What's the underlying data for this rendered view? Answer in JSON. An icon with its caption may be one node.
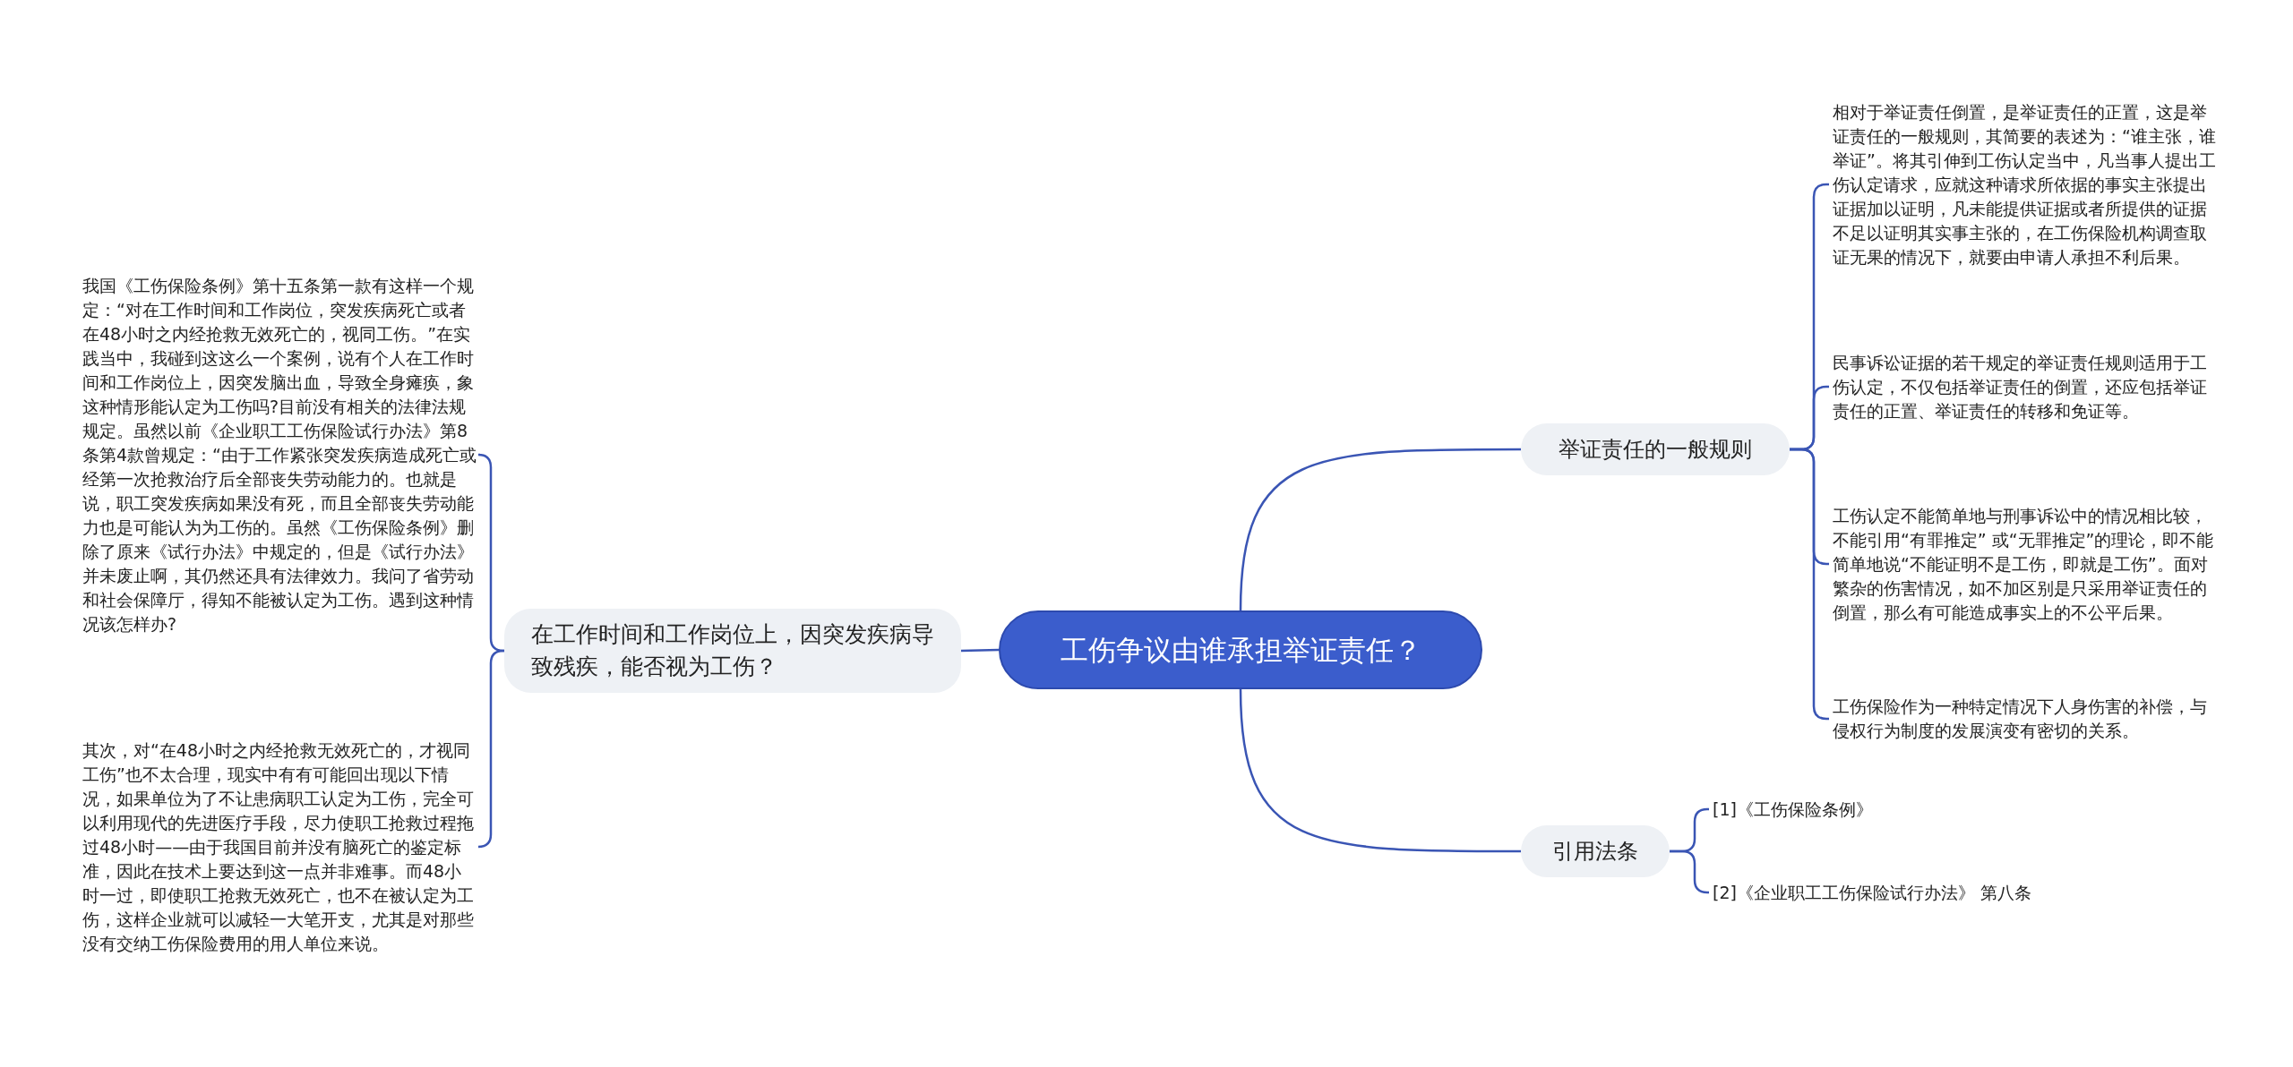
{
  "diagram": {
    "nodes": [
      {
        "text": [
          "工伤争议由谁承担举证责任？"
        ]
      },
      {
        "text": [
          "在工作时间和工作岗位上，因突发疾病导致残疾，能否视为工伤？"
        ]
      },
      {
        "text": [
          "我国《工伤保险条例》第十五条第一款有这样一个规定：“对在工作时间和工作岗位，突发疾病死亡或者在48小时之内经抢救无效死亡的，视同工伤。”在实践当中，我碰到这这么一个案例，说有个人在工作时间和工作岗位上，因突发脑出血，导致全身瘫痪，象这种情形能认定为工伤吗?目前没有相关的法律法规规定。虽然以前《企业职工工伤保险试行办法》第8条第4款曾规定：“由于工作紧张突发疾病造成死亡或经第一次抢救治疗后全部丧失劳动能力的。也就是说，职工突发疾病如果没有死，而且全部丧失劳动能力也是可能认为为工伤的。虽然《工伤保险条例》删除了原来《试行办法》中规定的，但是《试行办法》并未废止啊，其仍然还具有法律效力。我问了省劳动和社会保障厅，得知不能被认定为工伤。遇到这种情况该怎样办?"
        ]
      },
      {
        "text": [
          "其次，对“在48小时之内经抢救无效死亡的，才视同工伤”也不太合理，现实中有有可能回出现以下情况，如果单位为了不让患病职工认定为工伤，完全可以利用现代的先进医疗手段，尽力使职工抢救过程拖过48小时——由于我国目前并没有脑死亡的鉴定标准，因此在技术上要达到这一点并非难事。而48小时一过，即使职工抢救无效死亡，也不在被认定为工伤，这样企业就可以减轻一大笔开支，尤其是对那些没有交纳工伤保险费用的用人单位来说。"
        ]
      },
      {
        "text": [
          "举证责任的一般规则"
        ]
      },
      {
        "text": [
          "相对于举证责任倒置，是举证责任的正置，这是举证责任的一般规则，其简要的表述为：“谁主张，谁举证”。将其引伸到工伤认定当中，凡当事人提出工伤认定请求，应就这种请求所依据的事实主张提出证据加以证明，凡未能提供证据或者所提供的证据不足以证明其实事主张的，在工伤保险机构调查取证无果的情况下，就要由申请人承担不利后果。"
        ]
      },
      {
        "text": [
          "民事诉讼证据的若干规定的举证责任规则适用于工伤认定，不仅包括举证责任的倒置，还应包括举证责任的正置、举证责任的转移和免证等。"
        ]
      },
      {
        "text": [
          "工伤认定不能简单地与刑事诉讼中的情况相比较，不能引用“有罪推定” 或“无罪推定”的理论，即不能简单地说“不能证明不是工伤，即就是工伤”。面对繁杂的伤害情况，如不加区别是只采用举证责任的倒置，那么有可能造成事实上的不公平后果。"
        ]
      },
      {
        "text": [
          "工伤保险作为一种特定情况下人身伤害的补偿，与侵权行为制度的发展演变有密切的关系。"
        ]
      },
      {
        "text": [
          "引用法条"
        ]
      },
      {
        "text": [
          "[1]《工伤保险条例》"
        ]
      },
      {
        "text": [
          "[2]《企业职工工伤保险试行办法》 第八条"
        ]
      }
    ],
    "edges": [
      {
        "from": 0,
        "to": 1,
        "arrow": "none"
      },
      {
        "from": 1,
        "to": 2,
        "arrow": "none"
      },
      {
        "from": 1,
        "to": 3,
        "arrow": "none"
      },
      {
        "from": 0,
        "to": 4,
        "arrow": "none"
      },
      {
        "from": 4,
        "to": 5,
        "arrow": "none"
      },
      {
        "from": 4,
        "to": 6,
        "arrow": "none"
      },
      {
        "from": 4,
        "to": 7,
        "arrow": "none"
      },
      {
        "from": 4,
        "to": 8,
        "arrow": "none"
      },
      {
        "from": 0,
        "to": 9,
        "arrow": "none"
      },
      {
        "from": 9,
        "to": 10,
        "arrow": "none"
      },
      {
        "from": 9,
        "to": 11,
        "arrow": "none"
      }
    ]
  }
}
